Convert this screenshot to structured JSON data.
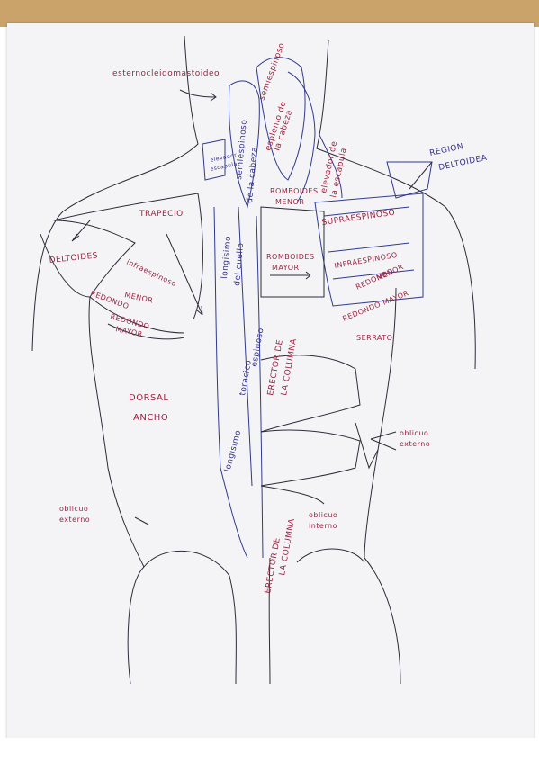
{
  "image": {
    "subject": "hand drawing of back muscles",
    "colors": {
      "paper": "#f4f4f6",
      "ink_red": "#9a2340",
      "ink_blue": "#35308a",
      "ink_black": "#2c2c3a",
      "background_top": "#c9a36a"
    }
  },
  "labels": {
    "esternocleidomastoideo": "esternocleidomastoideo",
    "semiespinoso_cabeza_1": "semiespinoso",
    "esplenio_cabeza_1": "esplenio de",
    "esplenio_cabeza_2": "la cabeza",
    "elevador_1": "elevador",
    "elevador_2": "escapula",
    "semiespinoso_cuello_1": "semiespinoso",
    "semiespinoso_cuello_2": "de la cabeza",
    "elevador_escapula_1": "elevador de",
    "elevador_escapula_2": "la escapula",
    "region_1": "REGION",
    "region_2": "DELTOIDEA",
    "trapecio": "TRAPECIO",
    "romboides_menor_1": "ROMBOIDES",
    "romboides_menor_2": "MENOR",
    "supraespinoso": "SUPRAESPINOSO",
    "deltoides": "DELTOIDES",
    "infraespinoso": "infraespinoso",
    "redondo_menor_left_1": "REDONDO",
    "redondo_menor_left_2": "MENOR",
    "redondo_mayor_left_1": "REDONDO",
    "redondo_mayor_left_2": "MAYOR",
    "longisimo_cuello_1": "longisimo",
    "longisimo_cuello_2": "del cuello",
    "romboides_mayor_1": "ROMBOIDES",
    "romboides_mayor_2": "MAYOR",
    "infraespinoso_right": "INFRAESPINOSO",
    "redondo_menor_right_1": "MENOR",
    "redondo_menor_right_2": "REDONDO",
    "redondo_mayor_right": "REDONDO MAYOR",
    "serrato": "SERRATO",
    "espinoso": "espinoso",
    "erector_upper_1": "ERECTOR DE",
    "erector_upper_2": "LA COLUMNA",
    "toracico": "toracico",
    "dorsal_1": "DORSAL",
    "dorsal_2": "ANCHO",
    "oblicuo_right_1": "oblicuo",
    "oblicuo_right_2": "externo",
    "longisimo_toracico": "longisimo",
    "oblicuo_left_1": "oblicuo",
    "oblicuo_left_2": "externo",
    "erector_lower_1": "ERECTOR DE",
    "erector_lower_2": "LA COLUMNA",
    "oblicuo_interno_1": "oblicuo",
    "oblicuo_interno_2": "interno"
  }
}
